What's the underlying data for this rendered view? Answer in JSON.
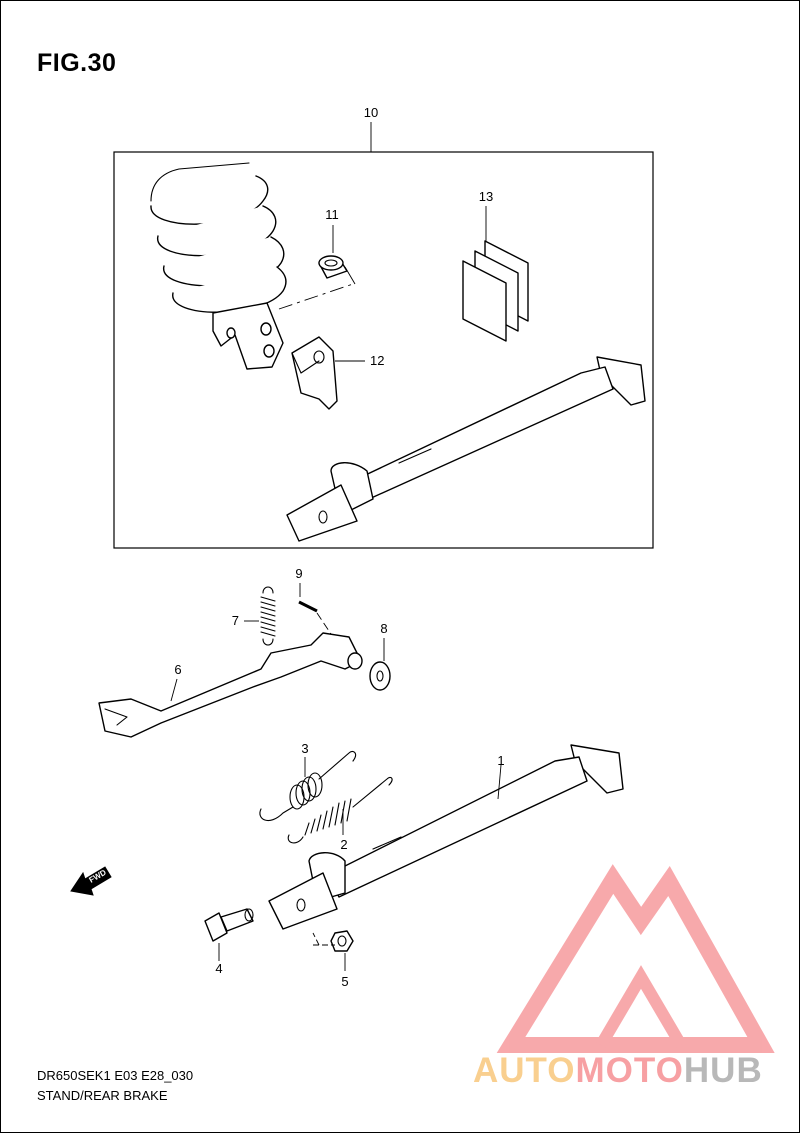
{
  "figure": {
    "title": "FIG.30",
    "model_code": "DR650SEK1 E03 E28_030",
    "section_name": "STAND/REAR BRAKE"
  },
  "callouts": {
    "p1": "1",
    "p2": "2",
    "p3": "3",
    "p4": "4",
    "p5": "5",
    "p6": "6",
    "p7": "7",
    "p8": "8",
    "p9": "9",
    "p10": "10",
    "p11": "11",
    "p12": "12",
    "p13": "13"
  },
  "direction_arrow": {
    "label": "FWD",
    "icon": "fwd-arrow-icon"
  },
  "watermark": {
    "part_a": "AUTO",
    "part_b": "MOTO",
    "part_c": "HUB",
    "colors": {
      "auto": "#f9cf8f",
      "moto": "#f7a0a3",
      "hub": "#b8b8b8",
      "logo": "#f7a0a3"
    }
  }
}
